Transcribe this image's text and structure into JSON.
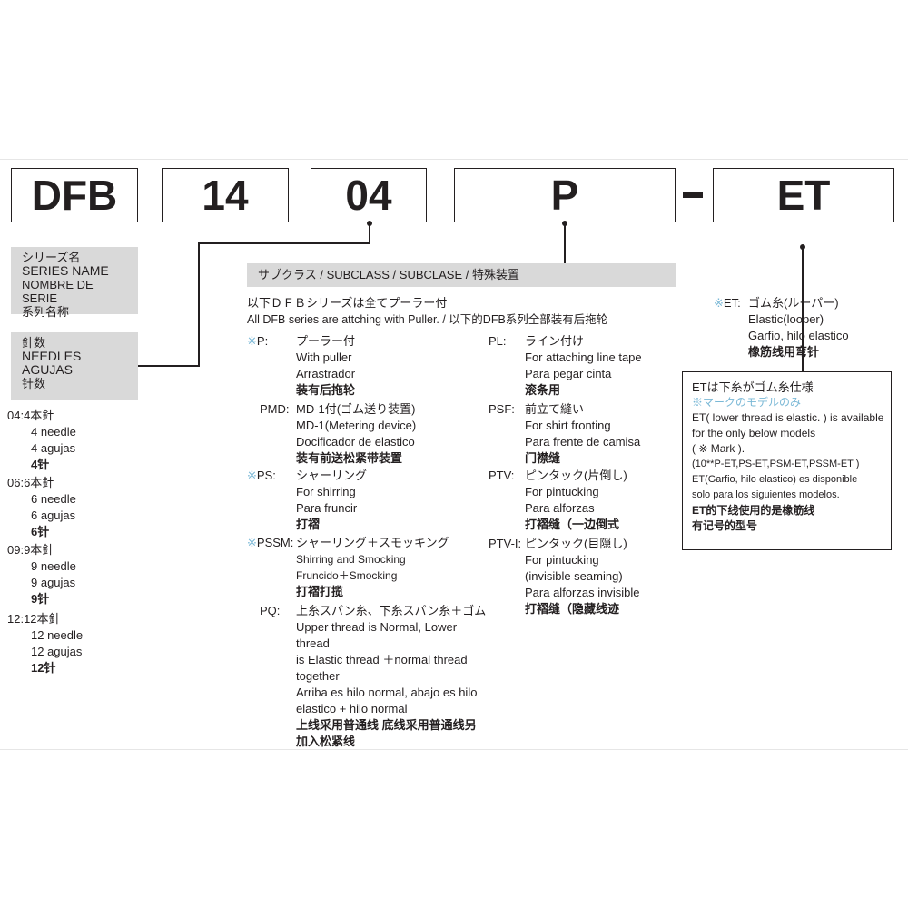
{
  "code_boxes": {
    "series": "DFB",
    "needles": "14",
    "needle_count": "04",
    "subclass": "P",
    "dash": "–",
    "option": "ET"
  },
  "series_label": {
    "ja": "シリーズ名",
    "en": "SERIES NAME",
    "es": "NOMBRE DE SERIE",
    "zh": "系列名称"
  },
  "needles_label": {
    "ja": "針数",
    "en": "NEEDLES",
    "es": "AGUJAS",
    "zh": "针数"
  },
  "needle_options": [
    {
      "code": "04:",
      "ja": "4本針",
      "en": "4 needle",
      "es": "4 agujas",
      "zh": "4针"
    },
    {
      "code": "06:",
      "ja": "6本針",
      "en": "6 needle",
      "es": "6 agujas",
      "zh": "6针"
    },
    {
      "code": "09:",
      "ja": "9本針",
      "en": "9 needle",
      "es": "9  agujas",
      "zh": "9针"
    },
    {
      "code": "12:",
      "ja": "12本針",
      "en": "12 needle",
      "es": "12 agujas",
      "zh": "12针"
    }
  ],
  "subclass_header": "サブクラス / SUBCLASS / SUBCLASE / 特殊装置",
  "subclass_intro": {
    "ja": "以下ＤＦＢシリーズは全てプーラー付",
    "en": "All DFB series are attching with Puller. / 以下的DFB系列全部装有后拖轮"
  },
  "mark_symbol": "※",
  "subclass_left": [
    {
      "marked": true,
      "code": "P:",
      "lines": [
        "プーラー付",
        "With puller",
        "Arrastrador",
        "装有后拖轮"
      ]
    },
    {
      "marked": false,
      "code": "PMD:",
      "lines": [
        "MD-1付(ゴム送り装置)",
        "MD-1(Metering device)",
        "Docificador de elastico",
        "装有前送松紧带装置"
      ]
    },
    {
      "marked": true,
      "code": "PS:",
      "lines": [
        "シャーリング",
        "For shirring",
        "Para fruncir",
        "打褶"
      ]
    },
    {
      "marked": true,
      "code": "PSSM:",
      "lines": [
        "シャーリング＋スモッキング",
        "Shirring and Smocking",
        "Fruncido＋Smocking",
        "打褶打揽"
      ]
    },
    {
      "marked": false,
      "code": "PQ:",
      "lines": [
        "上糸スパン糸、下糸スパン糸＋ゴム",
        "Upper thread is Normal, Lower",
        "thread",
        "is Elastic thread ＋normal thread",
        "together",
        "Arriba es hilo normal, abajo es hilo",
        "elastico + hilo normal",
        "上线采用普通线 底线采用普通线另",
        "加入松紧线"
      ]
    }
  ],
  "subclass_right": [
    {
      "code": "PL:",
      "lines": [
        "ライン付け",
        "For attaching line tape",
        "Para pegar cinta",
        "滚条用"
      ]
    },
    {
      "code": "PSF:",
      "lines": [
        "前立て縫い",
        "For shirt fronting",
        "Para frente de camisa",
        "门襟缝"
      ]
    },
    {
      "code": "PTV:",
      "lines": [
        "ピンタック(片倒し)",
        "For pintucking",
        "Para alforzas",
        "打褶缝（一边倒式"
      ]
    },
    {
      "code": "PTV-I:",
      "lines": [
        "ピンタック(目隠し)",
        "For pintucking",
        "(invisible seaming)",
        "Para alforzas invisible",
        "打褶缝（隐藏线迹"
      ]
    }
  ],
  "et_option": {
    "code": "ET:",
    "lines": [
      "ゴム糸(ルーパー)",
      "Elastic(looper)",
      "Garfio, hilo elastico",
      "橡筋线用弯针"
    ]
  },
  "et_note": [
    "ETは下糸がゴム糸仕様",
    "※マークのモデルのみ",
    "ET( lower thread is elastic. ) is available",
    "for the only below models",
    "( ※ Mark ).",
    "(10**P-ET,PS-ET,PSM-ET,PSSM-ET )",
    "ET(Garfio, hilo elastico) es disponible",
    "solo para los siguientes modelos.",
    "ET的下线使用的是橡筋线",
    "有记号的型号"
  ],
  "colors": {
    "mark": "#7ab8d6",
    "grey_box": "#d9d9d9",
    "ink": "#231f20"
  }
}
